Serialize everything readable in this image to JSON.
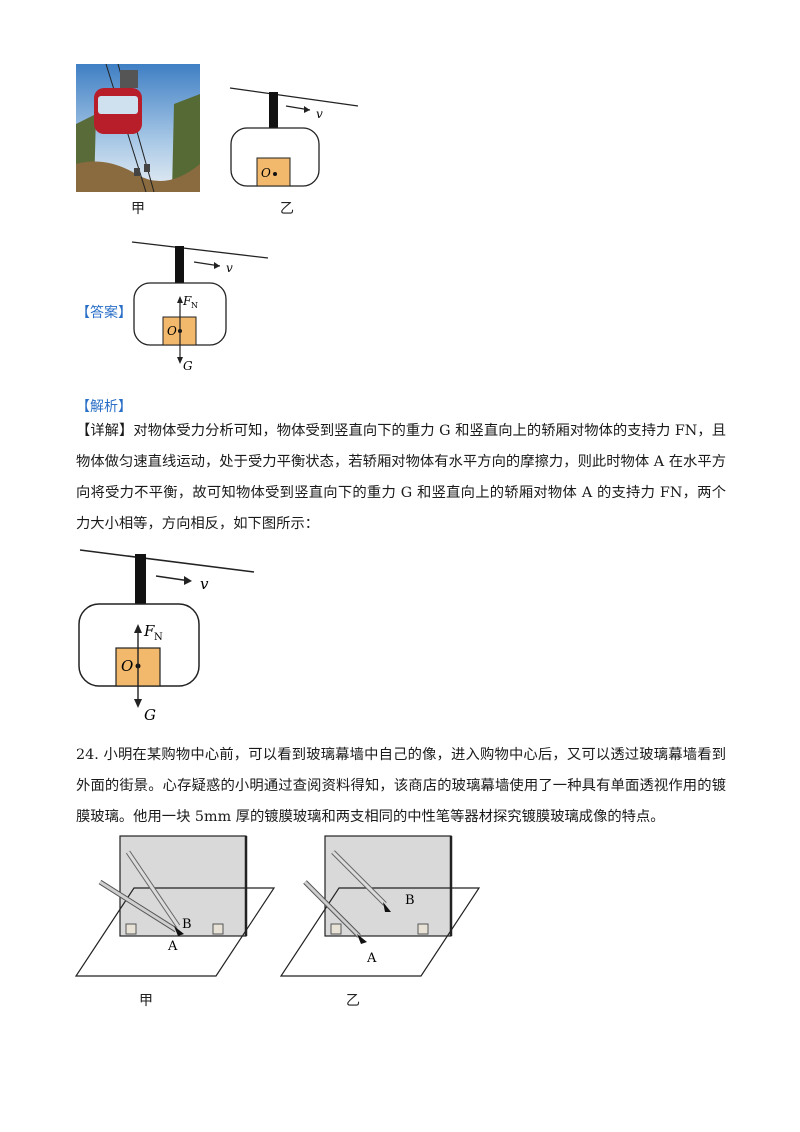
{
  "figures": {
    "fig1_left_caption": "甲",
    "fig1_right_caption": "乙",
    "velocity_label": "v",
    "center_label": "O",
    "support_label": "F",
    "support_sub": "N",
    "gravity_label": "G",
    "fig_final_left_caption": "甲",
    "fig_final_right_caption": "乙",
    "label_A": "A",
    "label_B": "B"
  },
  "answer": {
    "tag": "【答案】"
  },
  "analysis": {
    "tag": "【解析】",
    "detail_tag": "【详解】",
    "detail_text": "对物体受力分析可知，物体受到竖直向下的重力 G 和竖直向上的轿厢对物体的支持力 FN，且物体做匀速直线运动，处于受力平衡状态，若轿厢对物体有水平方向的摩擦力，则此时物体 A 在水平方向将受力不平衡，故可知物体受到竖直向下的重力 G 和竖直向上的轿厢对物体 A 的支持力 FN，两个力大小相等，方向相反，如下图所示："
  },
  "question24": {
    "text": "24. 小明在某购物中心前，可以看到玻璃幕墙中自己的像，进入购物中心后，又可以透过玻璃幕墙看到外面的街景。心存疑惑的小明通过查阅资料得知，该商店的玻璃幕墙使用了一种具有单面透视作用的镀膜玻璃。他用一块 5mm 厚的镀膜玻璃和两支相同的中性笔等器材探究镀膜玻璃成像的特点。"
  },
  "colors": {
    "box_fill": "#f2b86b",
    "tag_blue": "#2a6fc7",
    "glass_fill": "#d9d9d9"
  }
}
